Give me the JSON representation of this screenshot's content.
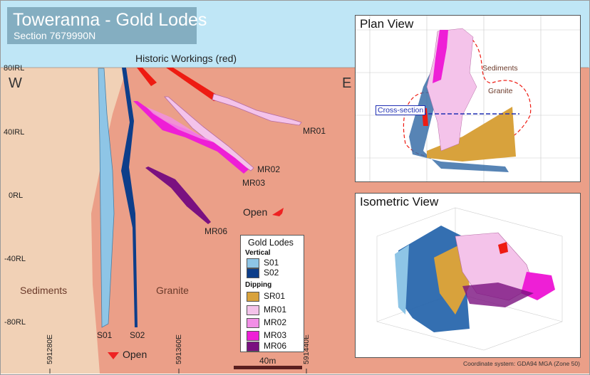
{
  "title": {
    "main": "Toweranna - Gold Lodes",
    "sub": "Section 7679990N"
  },
  "labels": {
    "historic_workings": "Historic Workings (red)",
    "west": "W",
    "east": "E",
    "sediments": "Sediments",
    "granite": "Granite",
    "open_right": "Open",
    "open_bottom": "Open",
    "scale": "40m"
  },
  "rl_labels": [
    "80IRL",
    "40IRL",
    "0RL",
    "-40RL",
    "-80RL"
  ],
  "easting_labels": [
    "591280E",
    "591360E",
    "591440E"
  ],
  "lode_labels": {
    "S01": "S01",
    "S02": "S02",
    "MR01": "MR01",
    "MR02": "MR02",
    "MR03": "MR03",
    "MR06": "MR06"
  },
  "legend": {
    "title": "Gold Lodes",
    "vertical_header": "Vertical",
    "dipping_header": "Dipping",
    "vertical": [
      {
        "label": "S01",
        "color": "#8ec5e6"
      },
      {
        "label": "S02",
        "color": "#0d3e8a"
      }
    ],
    "dipping": [
      {
        "label": "SR01",
        "color": "#d8a23c"
      },
      {
        "label": "MR01",
        "color": "#f4c3ea"
      },
      {
        "label": "MR02",
        "color": "#f28ee6"
      },
      {
        "label": "MR03",
        "color": "#ee1fd6"
      },
      {
        "label": "MR06",
        "color": "#7a1180"
      }
    ]
  },
  "plan_view": {
    "title": "Plan View",
    "cross_section_label": "Cross-section",
    "sediments_label": "Sediments",
    "granite_label": "Granite"
  },
  "isometric_view": {
    "title": "Isometric View"
  },
  "coordinate_system": "Coordinate system: GDA94 MGA (Zone 50)",
  "colors": {
    "sky": "#bfe6f6",
    "granite": "#eb9f88",
    "sediments": "#f1d1b6",
    "historic": "#ee1b12"
  }
}
